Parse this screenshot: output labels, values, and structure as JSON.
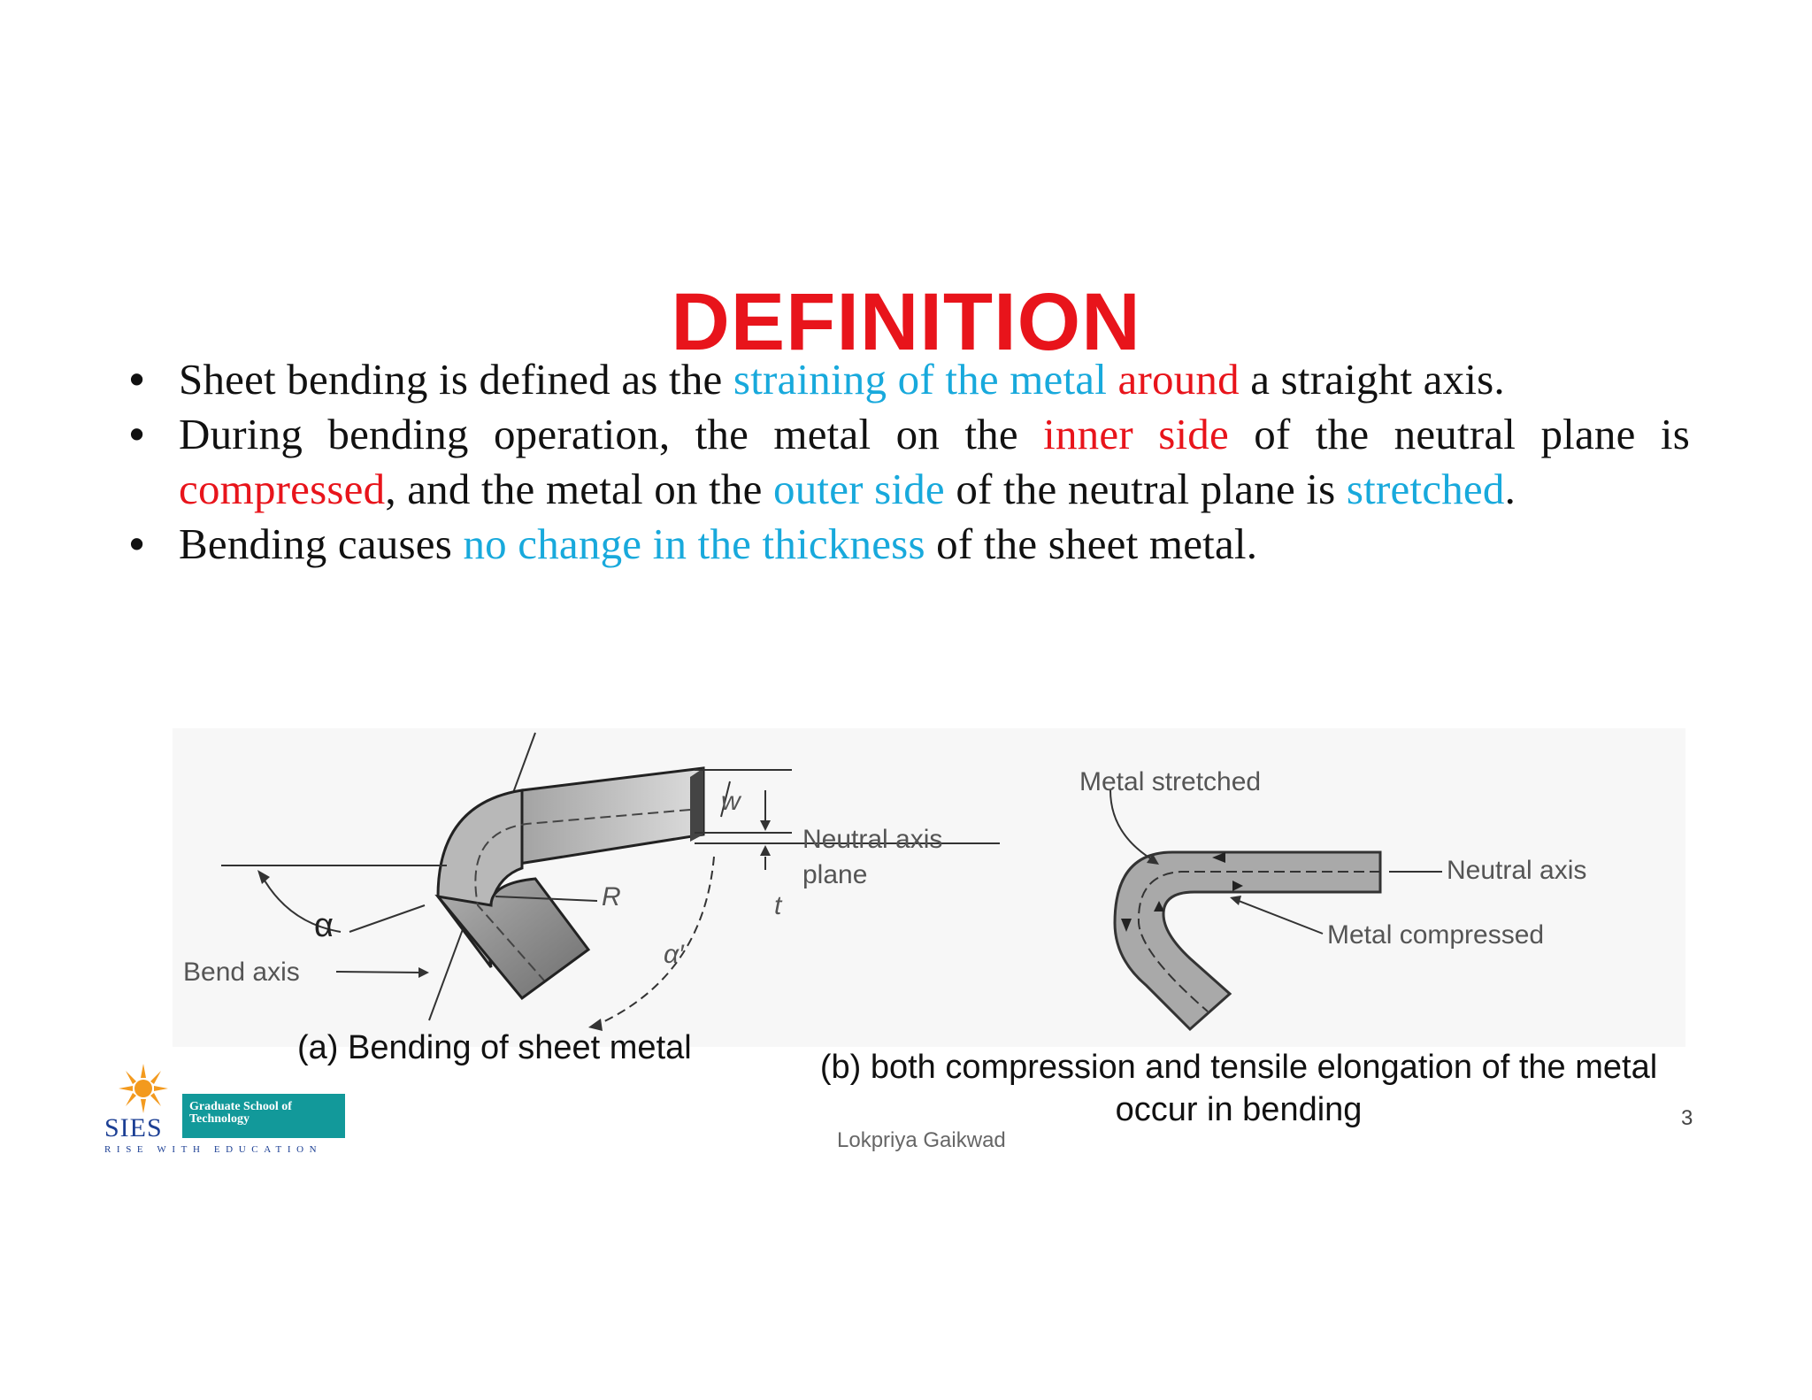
{
  "slide": {
    "title": "DEFINITION",
    "bullets": [
      {
        "segments": [
          {
            "text": "Sheet bending is defined as the ",
            "color": "#111111"
          },
          {
            "text": "straining of the metal",
            "color": "#18a9dc"
          },
          {
            "text": " ",
            "color": "#111111"
          },
          {
            "text": "around",
            "color": "#e8141b"
          },
          {
            "text": " a straight axis.",
            "color": "#111111"
          }
        ]
      },
      {
        "segments": [
          {
            "text": "During bending operation, the metal on the ",
            "color": "#111111"
          },
          {
            "text": "inner side",
            "color": "#e8141b"
          },
          {
            "text": " of the neutral plane is ",
            "color": "#111111"
          },
          {
            "text": "compressed",
            "color": "#e8141b"
          },
          {
            "text": ", and the metal on the ",
            "color": "#111111"
          },
          {
            "text": "outer side",
            "color": "#18a9dc"
          },
          {
            "text": " of the neutral plane is ",
            "color": "#111111"
          },
          {
            "text": "stretched",
            "color": "#18a9dc"
          },
          {
            "text": ".",
            "color": "#111111"
          }
        ]
      },
      {
        "segments": [
          {
            "text": "Bending causes ",
            "color": "#111111"
          },
          {
            "text": "no change in the thickness",
            "color": "#18a9dc"
          },
          {
            "text": " of the sheet metal.",
            "color": "#111111"
          }
        ]
      }
    ],
    "bullet_glyph": "•",
    "figure_a": {
      "labels": {
        "w": "w",
        "neutral_axis_1": "Neutral axis",
        "neutral_axis_2": "plane",
        "r": "R",
        "t": "t",
        "alpha": "α",
        "alpha_prime": "α′",
        "bend_axis": "Bend axis"
      },
      "caption": "(a) Bending of sheet metal"
    },
    "figure_b": {
      "labels": {
        "metal_stretched": "Metal stretched",
        "neutral_axis": "Neutral axis",
        "metal_compressed": "Metal compressed"
      },
      "caption_line1": "(b) both compression and tensile elongation of the metal",
      "caption_line2": "occur in bending"
    },
    "author": "Lokpriya Gaikwad",
    "page_number": "3",
    "logo": {
      "name": "SIES",
      "badge_line1": "Graduate School of",
      "badge_line2": "Technology",
      "tagline": "RISE WITH EDUCATION"
    },
    "colors": {
      "accent_red": "#e8141b",
      "accent_blue": "#18a9dc",
      "logo_teal": "#12999a",
      "logo_navy": "#1c3f94",
      "logo_sun": "#f39a1e"
    }
  }
}
